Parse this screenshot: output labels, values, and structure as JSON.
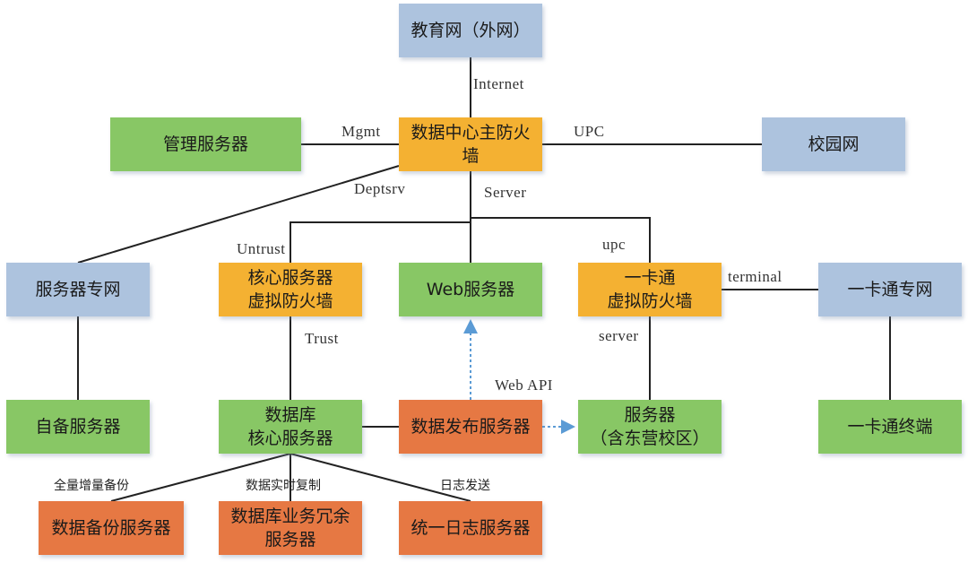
{
  "colors": {
    "network": "#adc3de",
    "server": "#88c765",
    "firewall": "#f4b132",
    "service": "#e67843",
    "link": "#222222",
    "api_link": "#5b9bd5"
  },
  "nodes": {
    "edu_net": "教育网（外网）",
    "main_fw": "数据中心主防火\n墙",
    "mgmt_server": "管理服务器",
    "campus_net": "校园网",
    "server_net": "服务器专网",
    "core_fw": "核心服务器\n虚拟防火墙",
    "web_server": "Web服务器",
    "card_fw": "一卡通\n虚拟防火墙",
    "card_net": "一卡通专网",
    "own_server": "自备服务器",
    "db_core": "数据库\n核心服务器",
    "pub_server": "数据发布服务器",
    "server_dy": "服务器\n（含东营校区）",
    "card_terminal": "一卡通终端",
    "backup_server": "数据备份服务器",
    "db_redundant": "数据库业务冗余\n服务器",
    "log_server": "统一日志服务器"
  },
  "links": {
    "internet": "Internet",
    "mgmt": "Mgmt",
    "upc_upper": "UPC",
    "deptsrv": "Deptsrv",
    "server": "Server",
    "untrust": "Untrust",
    "trust": "Trust",
    "upc_lower": "upc",
    "terminal": "terminal",
    "server_lower": "server",
    "web_api": "Web API",
    "full_incr_backup": "全量增量备份",
    "realtime_replication": "数据实时复制",
    "log_send": "日志发送"
  }
}
